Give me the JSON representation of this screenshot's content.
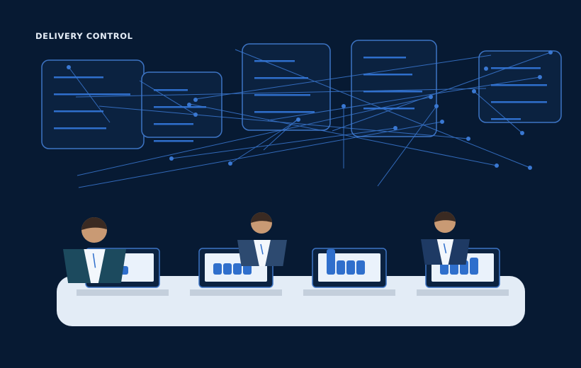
{
  "header": {
    "title": "DELIVERY CONTROL"
  },
  "colors": {
    "background": "#071a33",
    "panel_stroke": "#3d74c4",
    "line_bright": "#3a78d2",
    "desk": "#e3ecf6",
    "screen_bar": "#2f6fcc"
  },
  "panels": [
    {
      "name": "panel-1"
    },
    {
      "name": "panel-2"
    },
    {
      "name": "panel-3"
    },
    {
      "name": "panel-4"
    },
    {
      "name": "panel-5"
    }
  ],
  "workstations": [
    {
      "name": "workstation-1",
      "bars": [
        0.3,
        0.3,
        0.3
      ],
      "operator": true,
      "jacket": "#1c4a5e"
    },
    {
      "name": "workstation-2",
      "bars": [
        0.4,
        0.4,
        0.4,
        0.4
      ],
      "operator": true,
      "jacket": "#2d4a70"
    },
    {
      "name": "workstation-3",
      "bars": [
        0.9,
        0.5,
        0.5,
        0.5
      ],
      "operator": false
    },
    {
      "name": "workstation-4",
      "bars": [
        0.5,
        0.5,
        0.5,
        0.6
      ],
      "operator": true,
      "jacket": "#1e3a64"
    }
  ]
}
